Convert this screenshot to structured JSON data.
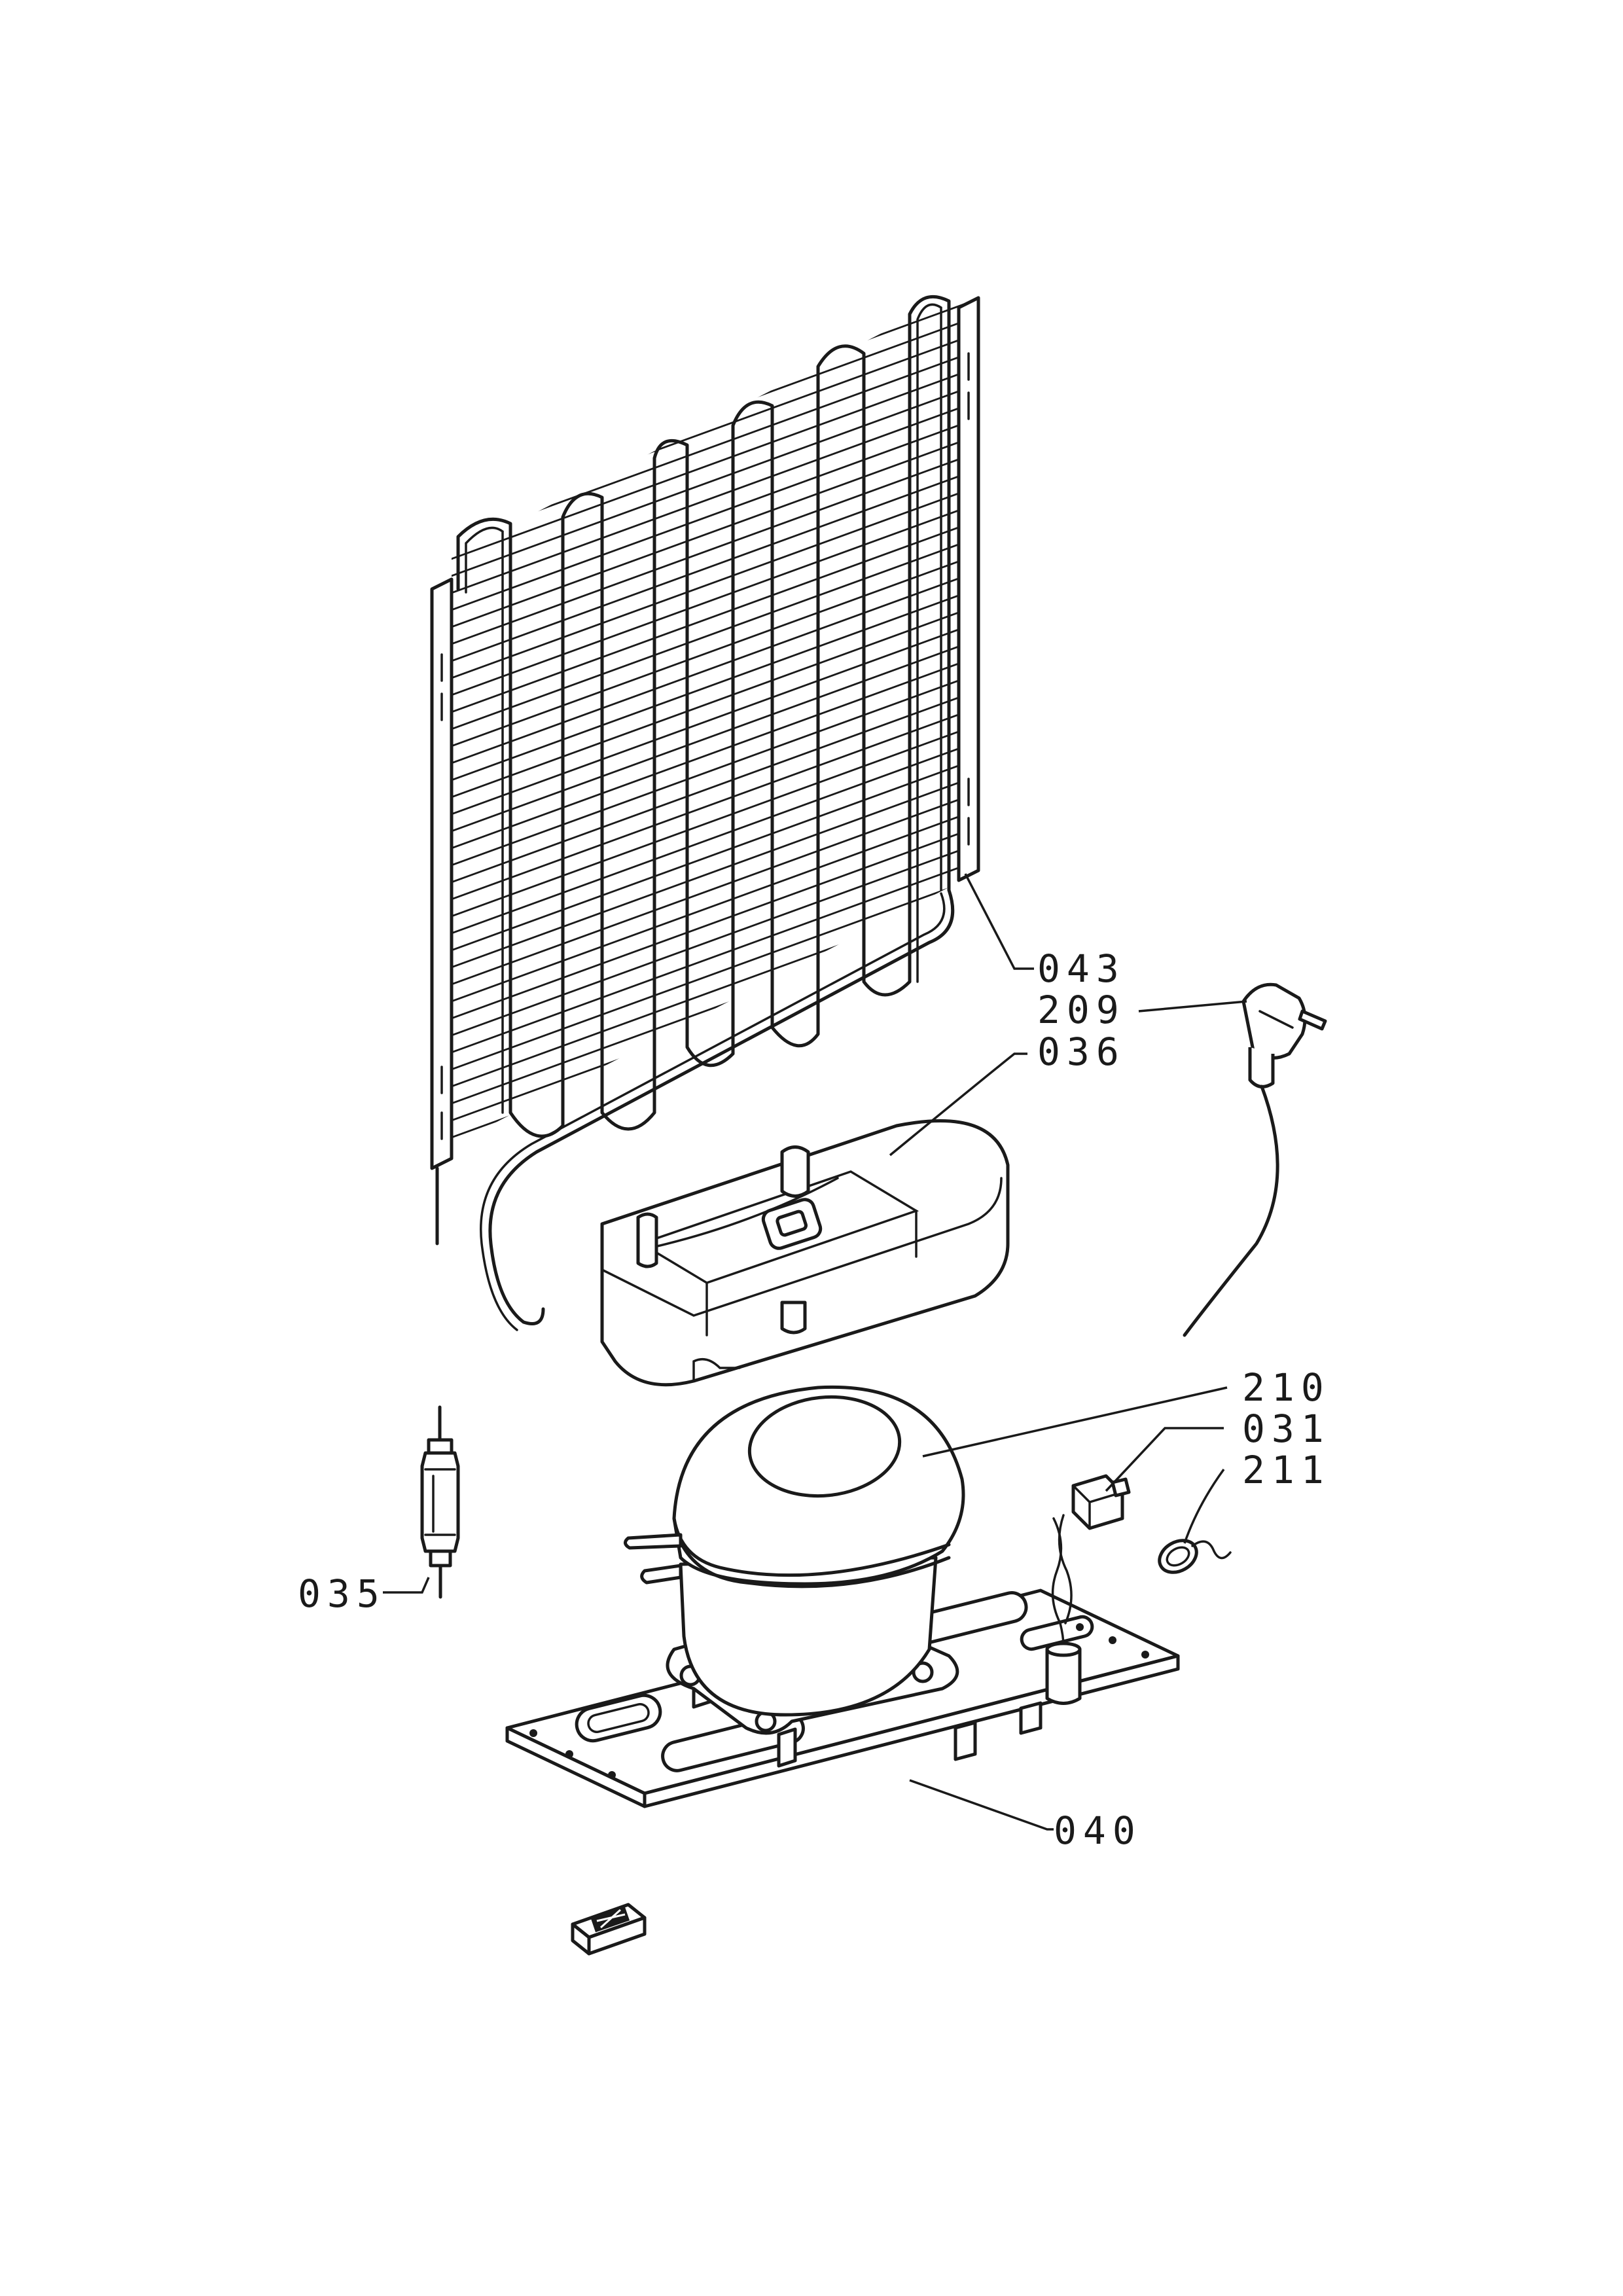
{
  "callouts": {
    "c043": "043",
    "c209": "209",
    "c036": "036",
    "c210": "210",
    "c031": "031",
    "c211": "211",
    "c035": "035",
    "c040": "040"
  }
}
